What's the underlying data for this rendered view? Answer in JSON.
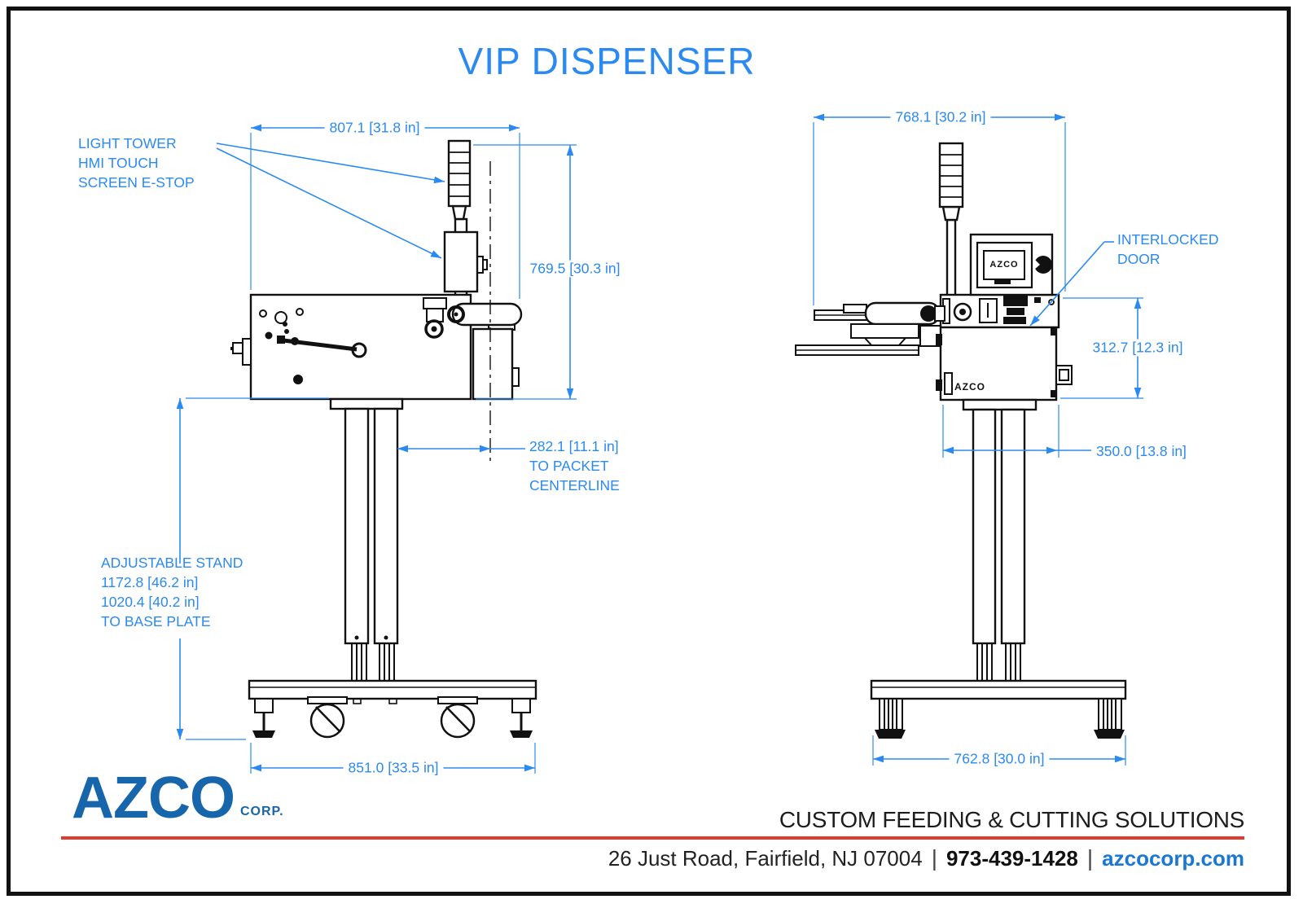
{
  "title": "VIP DISPENSER",
  "colors": {
    "dimension_blue": "#2b8af2",
    "drawing_black": "#111111",
    "logo_blue": "#1766ab",
    "accent_red": "#e13b30",
    "website_blue": "#1a77d2"
  },
  "left_view": {
    "label_tower": "LIGHT TOWER\nHMI TOUCH\nSCREEN E-STOP",
    "dim_width_top": "807.1 [31.8 in]",
    "dim_height": "769.5 [30.3 in]",
    "dim_packet": "282.1 [11.1 in]\nTO PACKET\nCENTERLINE",
    "label_stand": "ADJUSTABLE STAND\n1172.8 [46.2 in]\n1020.4 [40.2 in]\nTO BASE PLATE",
    "dim_base_width": "851.0 [33.5 in]"
  },
  "right_view": {
    "dim_width_top": "768.1 [30.2 in]",
    "label_door": "INTERLOCKED\nDOOR",
    "dim_door_height": "312.7 [12.3 in]",
    "dim_column_width": "350.0 [13.8 in]",
    "dim_base_width": "762.8 [30.0 in]",
    "hmi_screen_label": "AZCO",
    "door_label": "AZCO"
  },
  "footer": {
    "logo_text": "AZCO",
    "logo_suffix": "CORP.",
    "tagline": "CUSTOM FEEDING & CUTTING SOLUTIONS",
    "address": "26 Just Road, Fairfield, NJ 07004",
    "separator": "|",
    "phone": "973-439-1428",
    "website": "azcocorp.com"
  }
}
